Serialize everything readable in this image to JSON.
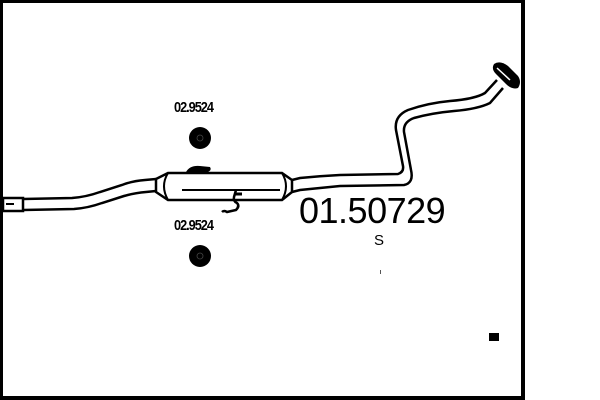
{
  "diagram": {
    "type": "exhaust-system-part-drawing",
    "main_part": {
      "number": "01.50729",
      "suffix": "S"
    },
    "accessories": [
      {
        "number": "02.9524",
        "type": "rubber-mount-ring",
        "position": "upper"
      },
      {
        "number": "02.9524",
        "type": "rubber-mount-ring",
        "position": "lower"
      }
    ],
    "components": [
      "inlet-pipe-connector",
      "front-pipe",
      "middle-silencer",
      "hanger-bracket",
      "rear-pipe-bend",
      "outlet-flange"
    ],
    "colors": {
      "line": "#000000",
      "background": "#ffffff"
    }
  }
}
